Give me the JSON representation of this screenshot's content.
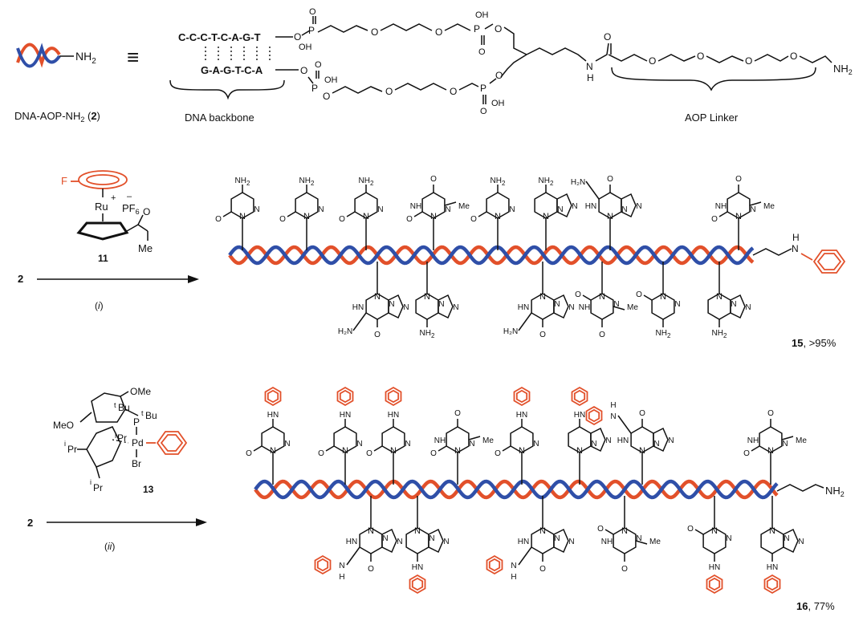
{
  "top": {
    "compound_label_prefix": "DNA-AOP-NH",
    "compound_label_sub": "2",
    "compound_number": "2",
    "strand1": "C-C-C-T-C-A-G-T",
    "strand2": "G-A-G-T-C-A",
    "dna_backbone_label": "DNA backbone",
    "aop_linker_label": "AOP Linker",
    "nh2_label": "NH",
    "nh2_sub": "2",
    "nh_label": "N",
    "h_label": "H",
    "o_label": "O",
    "p_label": "P",
    "oh_label": "OH",
    "equiv": "≡"
  },
  "row1": {
    "reagent_number": "11",
    "condition": "i",
    "start": "2",
    "reagent": {
      "f": "F",
      "ru": "Ru",
      "plus": "+",
      "minus": "–",
      "pf6": "PF",
      "pf6_sub": "6",
      "o": "O",
      "me": "Me"
    },
    "product_number": "15",
    "product_yield": ", >95%",
    "top_bases": [
      "C",
      "C",
      "C",
      "T",
      "C",
      "A",
      "G",
      "T"
    ],
    "bottom_bases": [
      "G",
      "A",
      "G",
      "T",
      "C",
      "A"
    ]
  },
  "row2": {
    "reagent_number": "13",
    "condition": "ii",
    "start": "2",
    "reagent": {
      "ome": "OMe",
      "meo": "MeO",
      "tbu_sup": "t",
      "tbu": "Bu",
      "ipr_sup": "i",
      "ipr": "Pr",
      "p": "P",
      "pd": "Pd",
      "br": "Br"
    },
    "product_number": "16",
    "product_yield": ", 77%",
    "top_bases": [
      "C",
      "C",
      "C",
      "T",
      "C",
      "A",
      "G",
      "T"
    ],
    "bottom_bases": [
      "G",
      "A",
      "G",
      "T",
      "C",
      "A"
    ],
    "nh2_label": "NH",
    "nh2_sub": "2"
  },
  "colors": {
    "strand_a": "#e2502a",
    "strand_b": "#2f4fa8",
    "arylation": "#e2502a"
  }
}
